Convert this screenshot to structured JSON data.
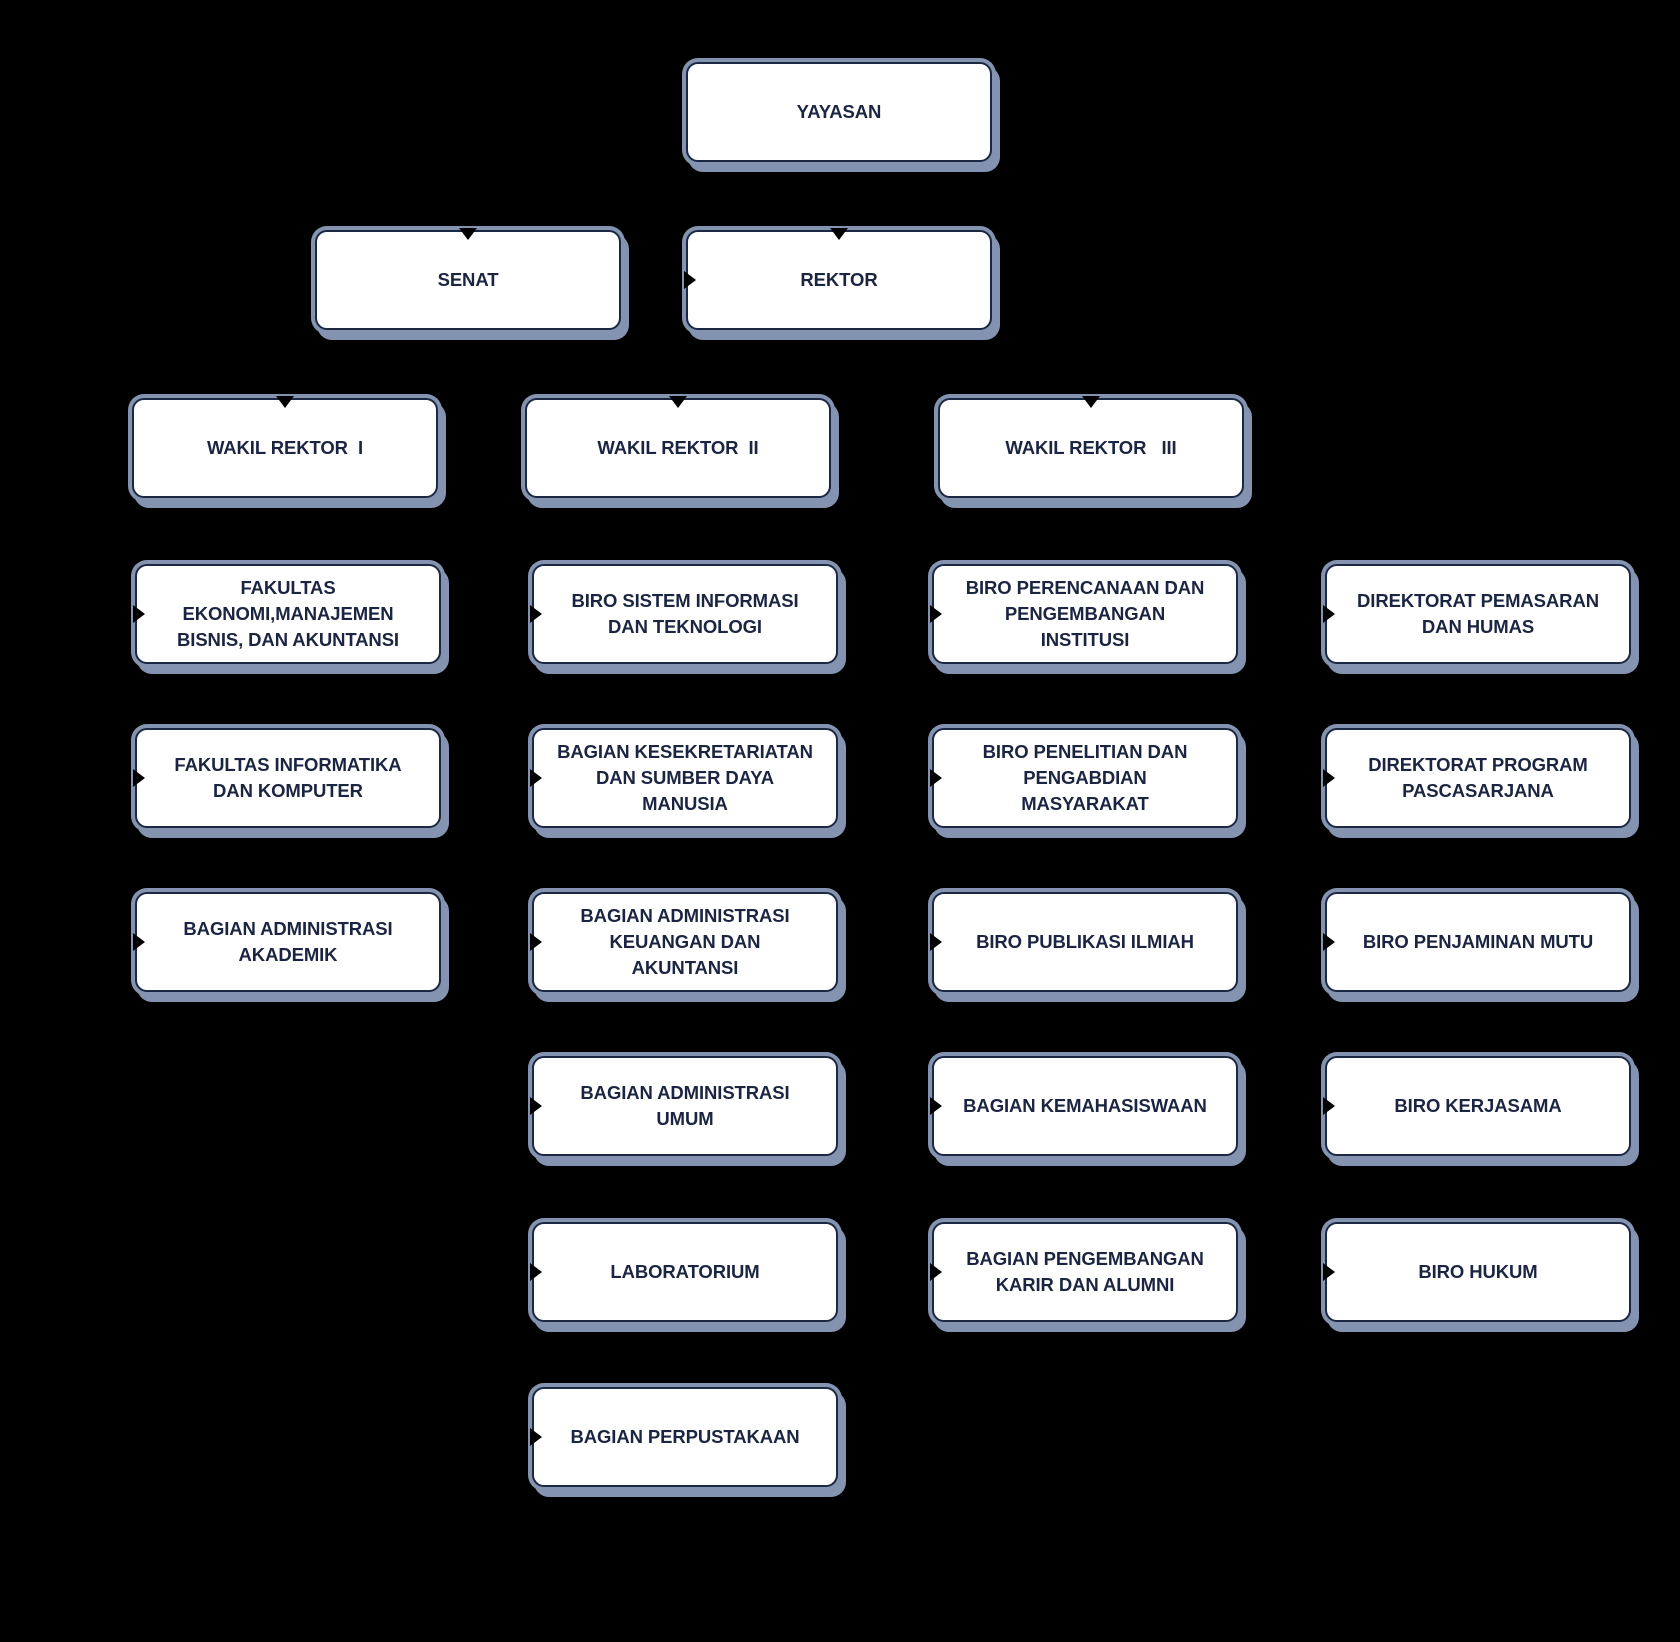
{
  "figure_type": "organizational_chart",
  "colors": {
    "background": "#000000",
    "box_fill": "#ffffff",
    "box_inner_border": "#1c2742",
    "box_outer_ring": "#8493af",
    "label_text": "#1b2542",
    "connector": "#000000"
  },
  "nodes": {
    "yayasan": {
      "label": "YAYASAN",
      "arrows": []
    },
    "senat": {
      "label": "SENAT",
      "arrows": [
        "top"
      ]
    },
    "rektor": {
      "label": "REKTOR",
      "arrows": [
        "top",
        "left"
      ]
    },
    "wakil_rektor_1": {
      "label": "WAKIL REKTOR  I",
      "arrows": [
        "top"
      ]
    },
    "wakil_rektor_2": {
      "label": "WAKIL REKTOR  II",
      "arrows": [
        "top"
      ]
    },
    "wakil_rektor_3": {
      "label": "WAKIL REKTOR   III",
      "arrows": [
        "top"
      ]
    },
    "fakultas_ekonomi": {
      "label": "FAKULTAS\nEKONOMI,MANAJEMEN\nBISNIS, DAN AKUNTANSI",
      "arrows": [
        "left"
      ]
    },
    "biro_sistem_informasi": {
      "label": "BIRO SISTEM INFORMASI\nDAN TEKNOLOGI",
      "arrows": [
        "left"
      ]
    },
    "biro_perencanaan": {
      "label": "BIRO PERENCANAAN DAN\nPENGEMBANGAN\nINSTITUSI",
      "arrows": [
        "left"
      ]
    },
    "direktorat_pemasaran": {
      "label": "DIREKTORAT PEMASARAN\nDAN HUMAS",
      "arrows": [
        "left"
      ]
    },
    "fakultas_informatika": {
      "label": "FAKULTAS INFORMATIKA\nDAN KOMPUTER",
      "arrows": [
        "left"
      ]
    },
    "bagian_kesekretariatan": {
      "label": "BAGIAN KESEKRETARIATAN\nDAN SUMBER DAYA\nMANUSIA",
      "arrows": [
        "left"
      ]
    },
    "biro_penelitian": {
      "label": "BIRO PENELITIAN DAN\nPENGABDIAN\nMASYARAKAT",
      "arrows": [
        "left"
      ]
    },
    "direktorat_pascasarjana": {
      "label": "DIREKTORAT PROGRAM\nPASCASARJANA",
      "arrows": [
        "left"
      ]
    },
    "bagian_adm_akademik": {
      "label": "BAGIAN ADMINISTRASI\nAKADEMIK",
      "arrows": [
        "left"
      ]
    },
    "bagian_adm_keuangan": {
      "label": "BAGIAN ADMINISTRASI\nKEUANGAN DAN\nAKUNTANSI",
      "arrows": [
        "left"
      ]
    },
    "biro_publikasi_ilmiah": {
      "label": "BIRO PUBLIKASI ILMIAH",
      "arrows": [
        "left"
      ]
    },
    "biro_penjaminan_mutu": {
      "label": "BIRO PENJAMINAN MUTU",
      "arrows": [
        "left"
      ]
    },
    "bagian_adm_umum": {
      "label": "BAGIAN ADMINISTRASI\nUMUM",
      "arrows": [
        "left"
      ]
    },
    "bagian_kemahasiswaan": {
      "label": "BAGIAN KEMAHASISWAAN",
      "arrows": [
        "left"
      ]
    },
    "biro_kerjasama": {
      "label": "BIRO KERJASAMA",
      "arrows": [
        "left"
      ]
    },
    "laboratorium": {
      "label": "LABORATORIUM",
      "arrows": [
        "left"
      ]
    },
    "bagian_pengembangan_karir": {
      "label": "BAGIAN PENGEMBANGAN\nKARIR DAN ALUMNI",
      "arrows": [
        "left"
      ]
    },
    "biro_hukum": {
      "label": "BIRO HUKUM",
      "arrows": [
        "left"
      ]
    },
    "bagian_perpustakaan": {
      "label": "BAGIAN PERPUSTAKAAN",
      "arrows": [
        "left"
      ]
    }
  }
}
